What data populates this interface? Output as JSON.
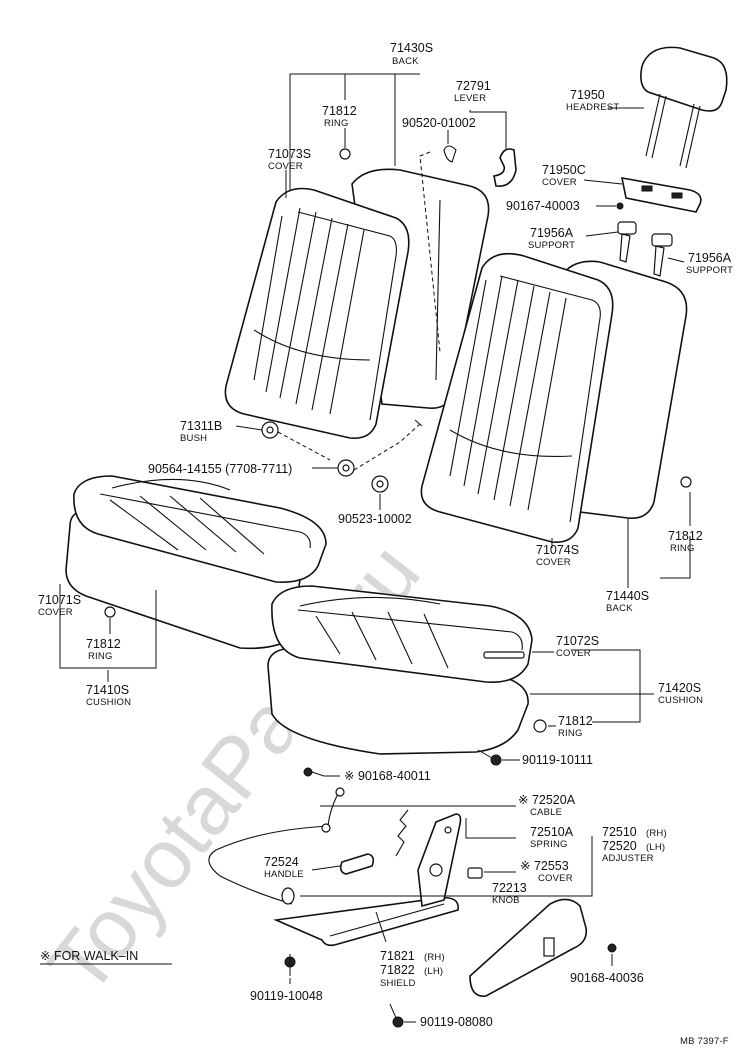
{
  "watermark": "ToyotaParts.ru",
  "footer": {
    "walk_in_note": "※ FOR WALK–IN",
    "code": "MB  7397-F"
  },
  "callouts": {
    "c71430S": {
      "num": "71430S",
      "label": "BACK"
    },
    "c72791": {
      "num": "72791",
      "label": "LEVER"
    },
    "c71812a": {
      "num": "71812",
      "label": "RING"
    },
    "c90520": {
      "num": "90520-01002"
    },
    "c71073S": {
      "num": "71073S",
      "label": "COVER"
    },
    "c71950": {
      "num": "71950",
      "label": "HEADREST"
    },
    "c71950C": {
      "num": "71950C",
      "label": "COVER"
    },
    "c90167": {
      "num": "90167-40003"
    },
    "c71956A_l": {
      "num": "71956A",
      "label": "SUPPORT"
    },
    "c71956A_r": {
      "num": "71956A",
      "label": "SUPPORT"
    },
    "c71311B": {
      "num": "71311B",
      "label": "BUSH"
    },
    "c90564": {
      "num": "90564-14155 (7708-7711)"
    },
    "c90523": {
      "num": "90523-10002"
    },
    "c71812b": {
      "num": "71812",
      "label": "RING"
    },
    "c71074S": {
      "num": "71074S",
      "label": "COVER"
    },
    "c71440S": {
      "num": "71440S",
      "label": "BACK"
    },
    "c71071S": {
      "num": "71071S",
      "label": "COVER"
    },
    "c71812c": {
      "num": "71812",
      "label": "RING"
    },
    "c71410S": {
      "num": "71410S",
      "label": "CUSHION"
    },
    "c71072S": {
      "num": "71072S",
      "label": "COVER"
    },
    "c71420S": {
      "num": "71420S",
      "label": "CUSHION"
    },
    "c71812d": {
      "num": "71812",
      "label": "RING"
    },
    "c90119_10111": {
      "num": "90119-10111"
    },
    "c90168_40011": {
      "num": "※ 90168-40011"
    },
    "c72520A": {
      "num": "※ 72520A",
      "label": "CABLE"
    },
    "c72510A": {
      "num": "72510A",
      "label": "SPRING"
    },
    "c72510": {
      "num": "72510",
      "suffix": "(RH)"
    },
    "c72520": {
      "num": "72520",
      "suffix": "(LH)",
      "label": "ADJUSTER"
    },
    "c72524": {
      "num": "72524",
      "label": "HANDLE"
    },
    "c72553": {
      "num": "※ 72553",
      "label": "COVER"
    },
    "c72213": {
      "num": "72213",
      "label": "KNOB"
    },
    "c71821": {
      "num": "71821",
      "suffix": "(RH)"
    },
    "c71822": {
      "num": "71822",
      "suffix": "(LH)",
      "label": "SHIELD"
    },
    "c90119_10048": {
      "num": "90119-10048"
    },
    "c90168_40036": {
      "num": "90168-40036"
    },
    "c90119_08080": {
      "num": "90119-08080"
    }
  }
}
